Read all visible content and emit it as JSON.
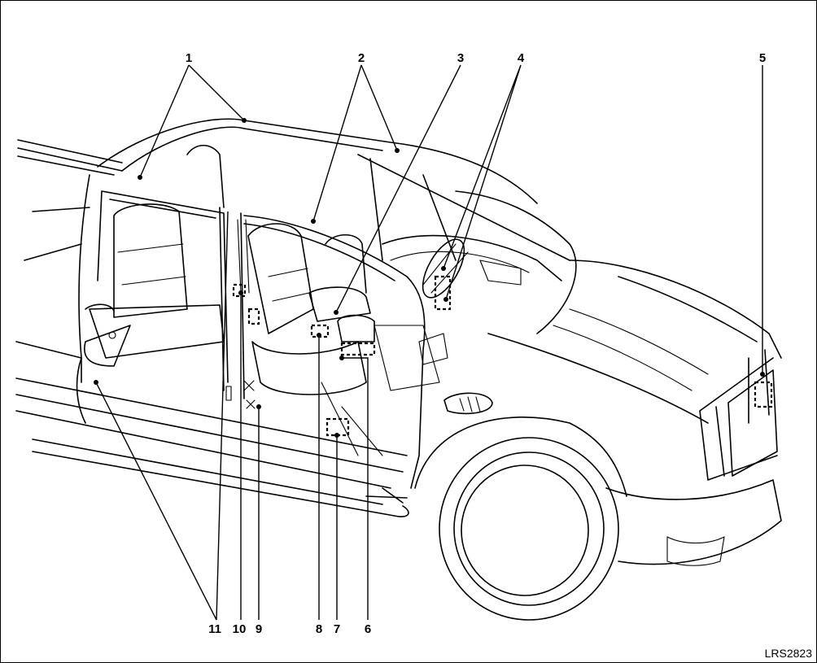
{
  "callouts": {
    "n1": "1",
    "n2": "2",
    "n3": "3",
    "n4": "4",
    "n5": "5",
    "n6": "6",
    "n7": "7",
    "n8": "8",
    "n9": "9",
    "n10": "10",
    "n11": "11"
  },
  "figure_code": "LRS2823"
}
